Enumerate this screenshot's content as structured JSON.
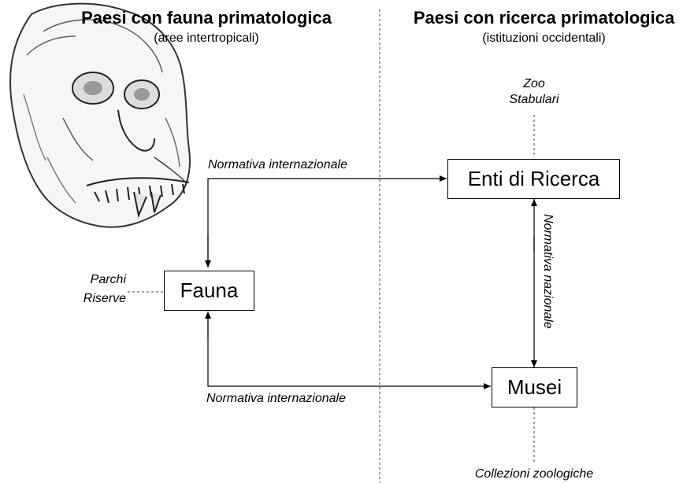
{
  "left_column": {
    "title": "Paesi con fauna primatologica",
    "subtitle": "(aree intertropicali)"
  },
  "right_column": {
    "title": "Paesi con ricerca primatologica",
    "subtitle": "(istituzioni occidentali)"
  },
  "nodes": {
    "fauna": "Fauna",
    "enti": "Enti di Ricerca",
    "musei": "Musei"
  },
  "annotations": {
    "zoo": "Zoo",
    "stabulari": "Stabulari",
    "parchi": "Parchi",
    "riserve": "Riserve",
    "collezioni": "Collezioni zoologiche"
  },
  "edges": {
    "top_label": "Normativa internazionale",
    "bottom_label": "Normativa internazionale",
    "vertical_label": "Normativa nazionale"
  },
  "illustration": {
    "subject": "primate-skull-sketch"
  }
}
